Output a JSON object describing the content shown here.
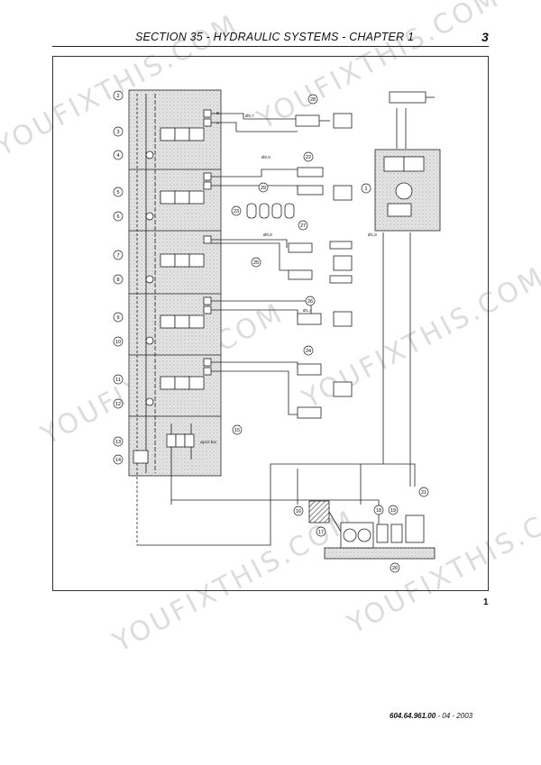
{
  "header": {
    "title": "SECTION 35 - HYDRAULIC SYSTEMS - CHAPTER 1",
    "page_number": "3"
  },
  "figure": {
    "number": "1",
    "callouts": [
      "1",
      "2",
      "3",
      "4",
      "5",
      "6",
      "7",
      "8",
      "9",
      "10",
      "11",
      "12",
      "13",
      "14",
      "15",
      "16",
      "17",
      "18",
      "19",
      "20",
      "21",
      "22",
      "23",
      "24",
      "25",
      "26",
      "27",
      "28",
      "29"
    ],
    "small_labels": {
      "valve_a": "A",
      "valve_b": "B",
      "orifice_1": "Ø0,7",
      "orifice_2": "Ø0,8",
      "orifice_3": "Ø0,8",
      "orifice_4": "Ø1,4",
      "orifice_5": "Ø1,8",
      "pressure": "Δp10 bar"
    }
  },
  "footer": {
    "code": "604.64.961.00",
    "date": " - 04 - 2003"
  },
  "watermark": {
    "text": "YOUFIXTHIS.COM",
    "color": "#dcdcdc"
  }
}
